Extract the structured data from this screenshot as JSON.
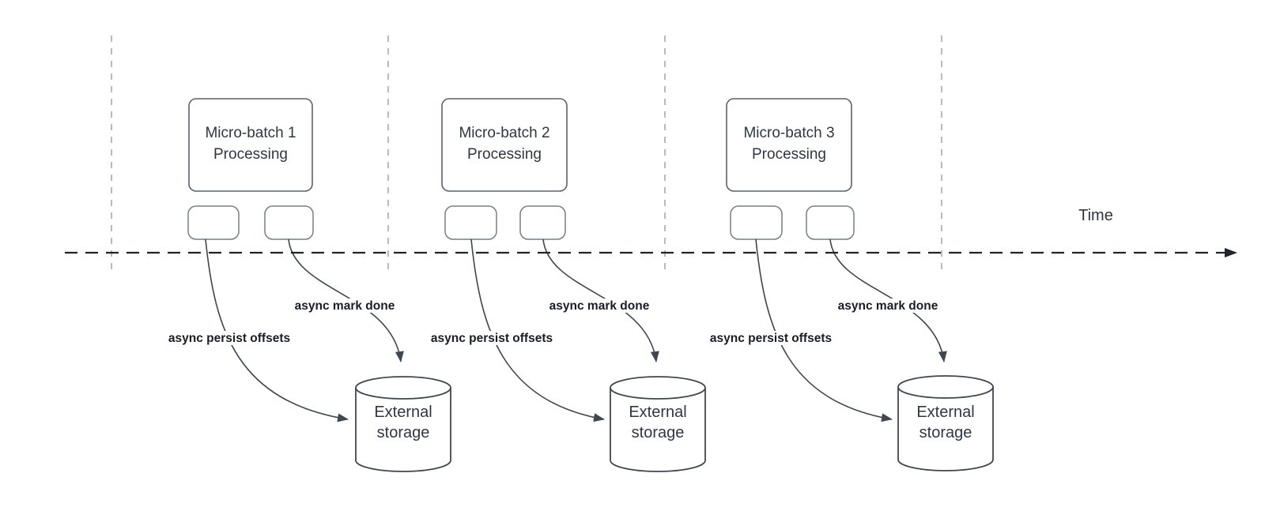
{
  "time_axis": {
    "label": "Time"
  },
  "sections": [
    {
      "processing_box": {
        "line1": "Micro-batch 1",
        "line2": "Processing"
      },
      "labels": {
        "persist": "async persist offsets",
        "mark_done": "async mark done"
      },
      "storage": {
        "line1": "External",
        "line2": "storage"
      }
    },
    {
      "processing_box": {
        "line1": "Micro-batch 2",
        "line2": "Processing"
      },
      "labels": {
        "persist": "async persist offsets",
        "mark_done": "async mark done"
      },
      "storage": {
        "line1": "External",
        "line2": "storage"
      }
    },
    {
      "processing_box": {
        "line1": "Micro-batch 3",
        "line2": "Processing"
      },
      "labels": {
        "persist": "async persist offsets",
        "mark_done": "async mark done"
      },
      "storage": {
        "line1": "External",
        "line2": "storage"
      }
    }
  ],
  "colors": {
    "background": "#ffffff",
    "connector_stroke": "#3f4751",
    "time_axis_stroke": "#20242c",
    "guide_line_stroke": "#a8a8a8",
    "arrow_label_text": "#181d27",
    "shape_text": "#2f3744"
  }
}
